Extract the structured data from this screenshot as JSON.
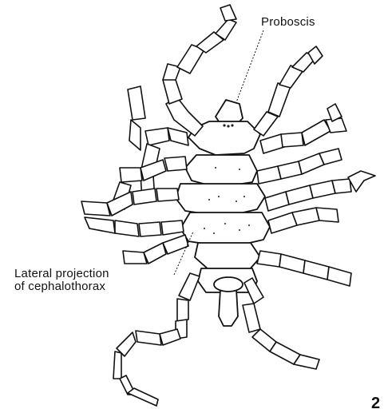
{
  "diagram": {
    "subject": "sea spider (pycnogonid), ventral view",
    "labels": {
      "proboscis": "Proboscis",
      "lateral_projection_line1": "Lateral projection",
      "lateral_projection_line2": "of cephalothorax"
    },
    "figure_number": "2"
  }
}
